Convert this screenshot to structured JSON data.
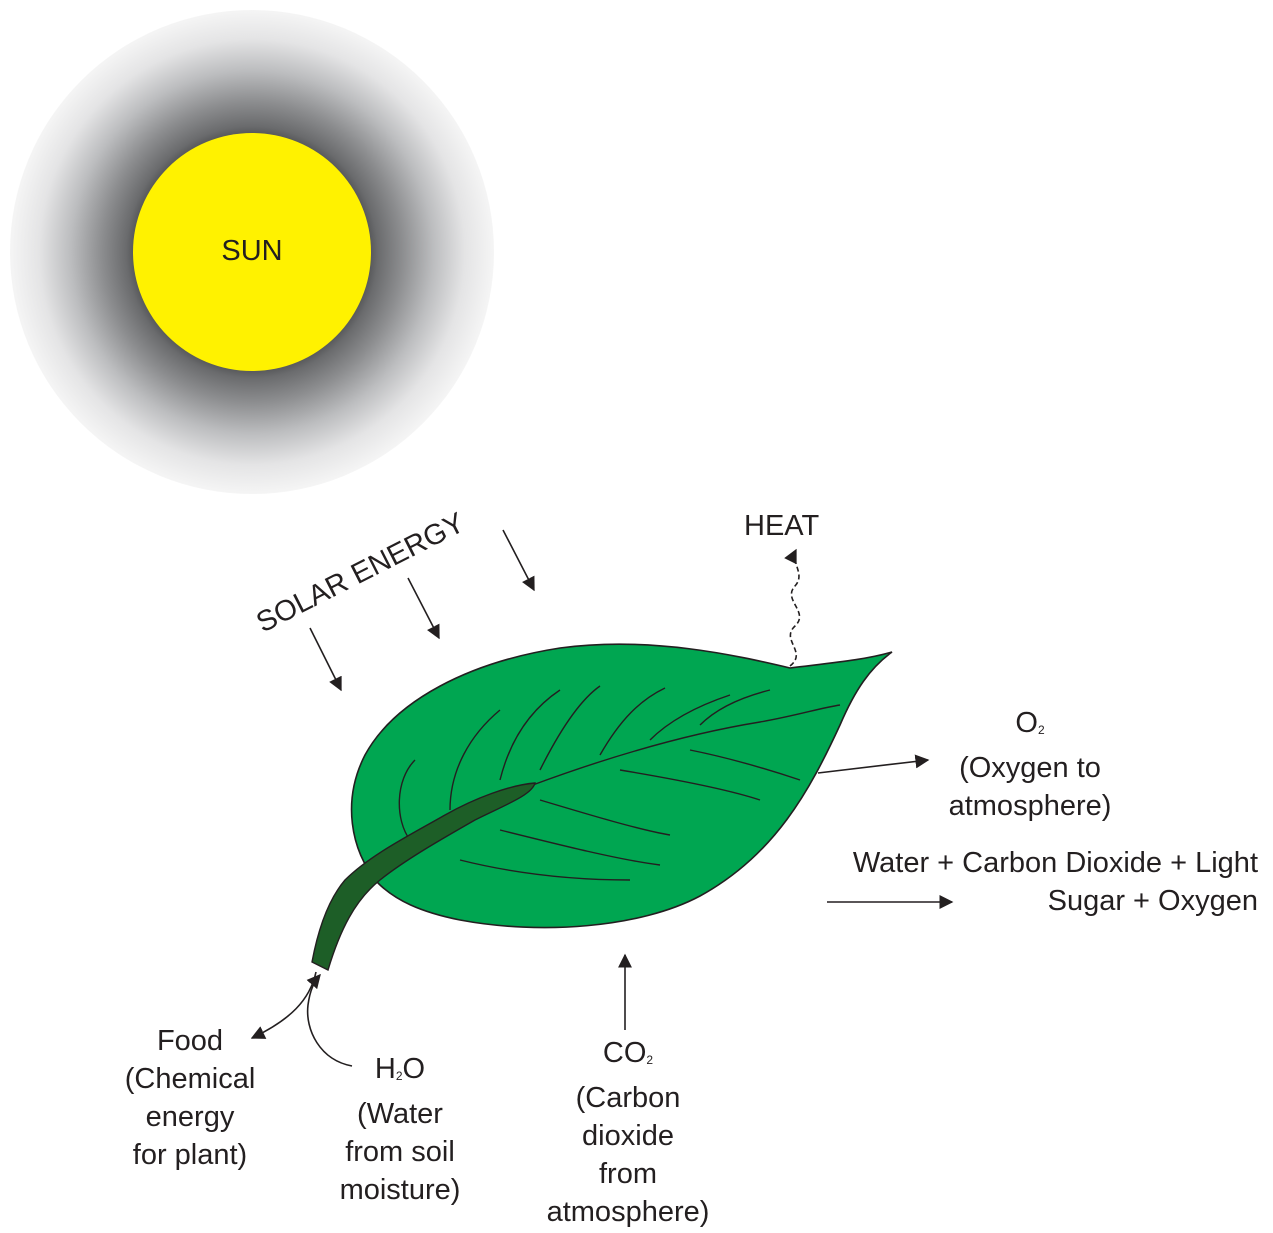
{
  "sun": {
    "label": "SUN",
    "core_color": "#fff200"
  },
  "solar_energy": {
    "label": "SOLAR ENERGY"
  },
  "heat": {
    "label": "HEAT"
  },
  "leaf": {
    "color": "#00a651",
    "stem_color": "#1d5e27",
    "outline_color": "#231f20"
  },
  "oxygen": {
    "formula_main": "O",
    "formula_sub": "2",
    "line1": "(Oxygen to",
    "line2": "atmosphere)"
  },
  "equation": {
    "line1": "Water + Carbon Dioxide + Light",
    "line2": "Sugar + Oxygen"
  },
  "food": {
    "line1": "Food",
    "line2": "(Chemical",
    "line3": "energy",
    "line4": "for plant)"
  },
  "water": {
    "formula_a": "H",
    "formula_sub": "2",
    "formula_b": "O",
    "line1": "(Water",
    "line2": "from soil",
    "line3": "moisture)"
  },
  "carbon_dioxide": {
    "formula_main": "CO",
    "formula_sub": "2",
    "line1": "(Carbon",
    "line2": "dioxide",
    "line3": "from",
    "line4": "atmosphere)"
  }
}
